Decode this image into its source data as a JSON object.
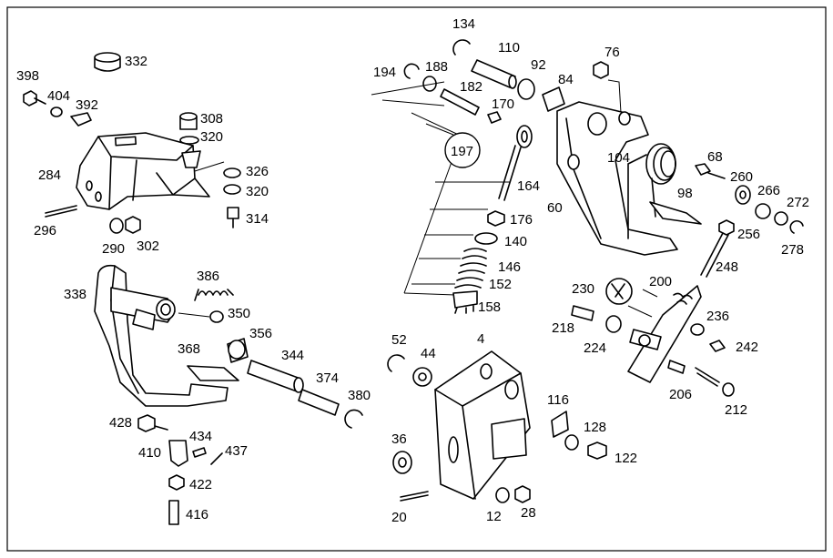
{
  "callouts": {
    "p332": "332",
    "p398": "398",
    "p404": "404",
    "p392": "392",
    "p308": "308",
    "p320a": "320",
    "p284": "284",
    "p326": "326",
    "p320b": "320",
    "p314": "314",
    "p296": "296",
    "p290": "290",
    "p302": "302",
    "p134": "134",
    "p110": "110",
    "p194": "194",
    "p188": "188",
    "p92": "92",
    "p84": "84",
    "p182": "182",
    "p170": "170",
    "p76": "76",
    "p197": "197",
    "p164": "164",
    "p104": "104",
    "p68": "68",
    "p260": "260",
    "p266": "266",
    "p272": "272",
    "p98": "98",
    "p60": "60",
    "p176": "176",
    "p140": "140",
    "p256": "256",
    "p278": "278",
    "p146": "146",
    "p248": "248",
    "p152": "152",
    "p158": "158",
    "p230": "230",
    "p200": "200",
    "p218": "218",
    "p236": "236",
    "p224": "224",
    "p242": "242",
    "p206": "206",
    "p212": "212",
    "p338": "338",
    "p386": "386",
    "p350": "350",
    "p356": "356",
    "p368": "368",
    "p344": "344",
    "p374": "374",
    "p380": "380",
    "p428": "428",
    "p434": "434",
    "p410": "410",
    "p437": "437",
    "p422": "422",
    "p416": "416",
    "p52": "52",
    "p44": "44",
    "p4": "4",
    "p116": "116",
    "p36": "36",
    "p128": "128",
    "p122": "122",
    "p20": "20",
    "p12": "12",
    "p28": "28"
  }
}
